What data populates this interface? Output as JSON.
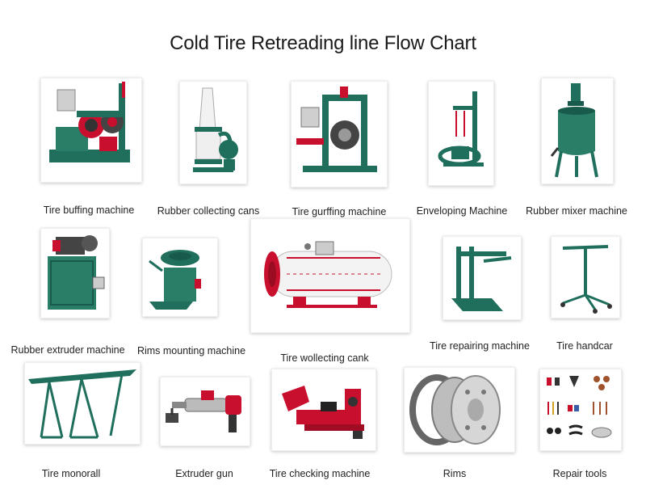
{
  "title": "Cold Tire Retreading line Flow Chart",
  "accent_color": "#1f6f5c",
  "secondary_color": "#c8102e",
  "items": [
    {
      "label": "Tire buffing machine",
      "icon": "buffing-machine-icon"
    },
    {
      "label": "Rubber collecting cans",
      "icon": "collecting-cans-icon"
    },
    {
      "label": "Tire gurffing machine",
      "icon": "gurffing-machine-icon"
    },
    {
      "label": "Enveloping Machine",
      "icon": "enveloping-machine-icon"
    },
    {
      "label": "Rubber mixer machine",
      "icon": "mixer-machine-icon"
    },
    {
      "label": "Rubber extruder machine",
      "icon": "extruder-machine-icon"
    },
    {
      "label": "Rims mounting machine",
      "icon": "rims-mounting-icon"
    },
    {
      "label": "Tire wollecting cank",
      "icon": "curing-tank-icon"
    },
    {
      "label": "Tire repairing machine",
      "icon": "repairing-machine-icon"
    },
    {
      "label": "Tire handcar",
      "icon": "handcar-icon"
    },
    {
      "label": "Tire monorall",
      "icon": "monorail-icon"
    },
    {
      "label": "Extruder gun",
      "icon": "extruder-gun-icon"
    },
    {
      "label": "Tire checking machine",
      "icon": "checking-machine-icon"
    },
    {
      "label": "Rims",
      "icon": "rims-icon"
    },
    {
      "label": "Repair tools",
      "icon": "repair-tools-icon"
    }
  ]
}
